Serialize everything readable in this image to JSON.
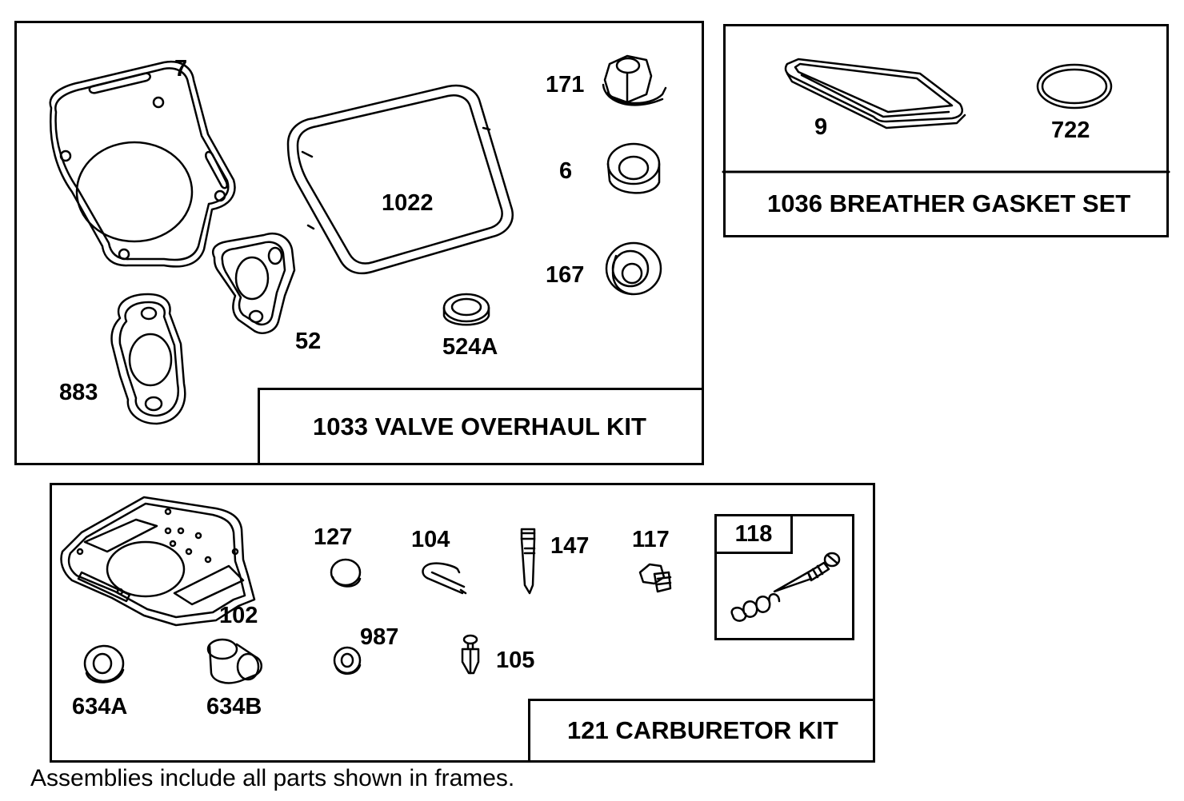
{
  "kits": {
    "valve": {
      "title": "1033 VALVE OVERHAUL KIT"
    },
    "breather": {
      "title": "1036 BREATHER GASKET SET"
    },
    "carb": {
      "title": "121 CARBURETOR KIT",
      "subkit_label": "118"
    }
  },
  "parts": {
    "p7": "7",
    "p1022": "1022",
    "p171": "171",
    "p6": "6",
    "p167": "167",
    "p52": "52",
    "p524A": "524A",
    "p883": "883",
    "p9": "9",
    "p722": "722",
    "p127": "127",
    "p104": "104",
    "p147": "147",
    "p117": "117",
    "p102": "102",
    "p987": "987",
    "p105": "105",
    "p634A": "634A",
    "p634B": "634B"
  },
  "footnote": "Assemblies include all parts shown in frames."
}
